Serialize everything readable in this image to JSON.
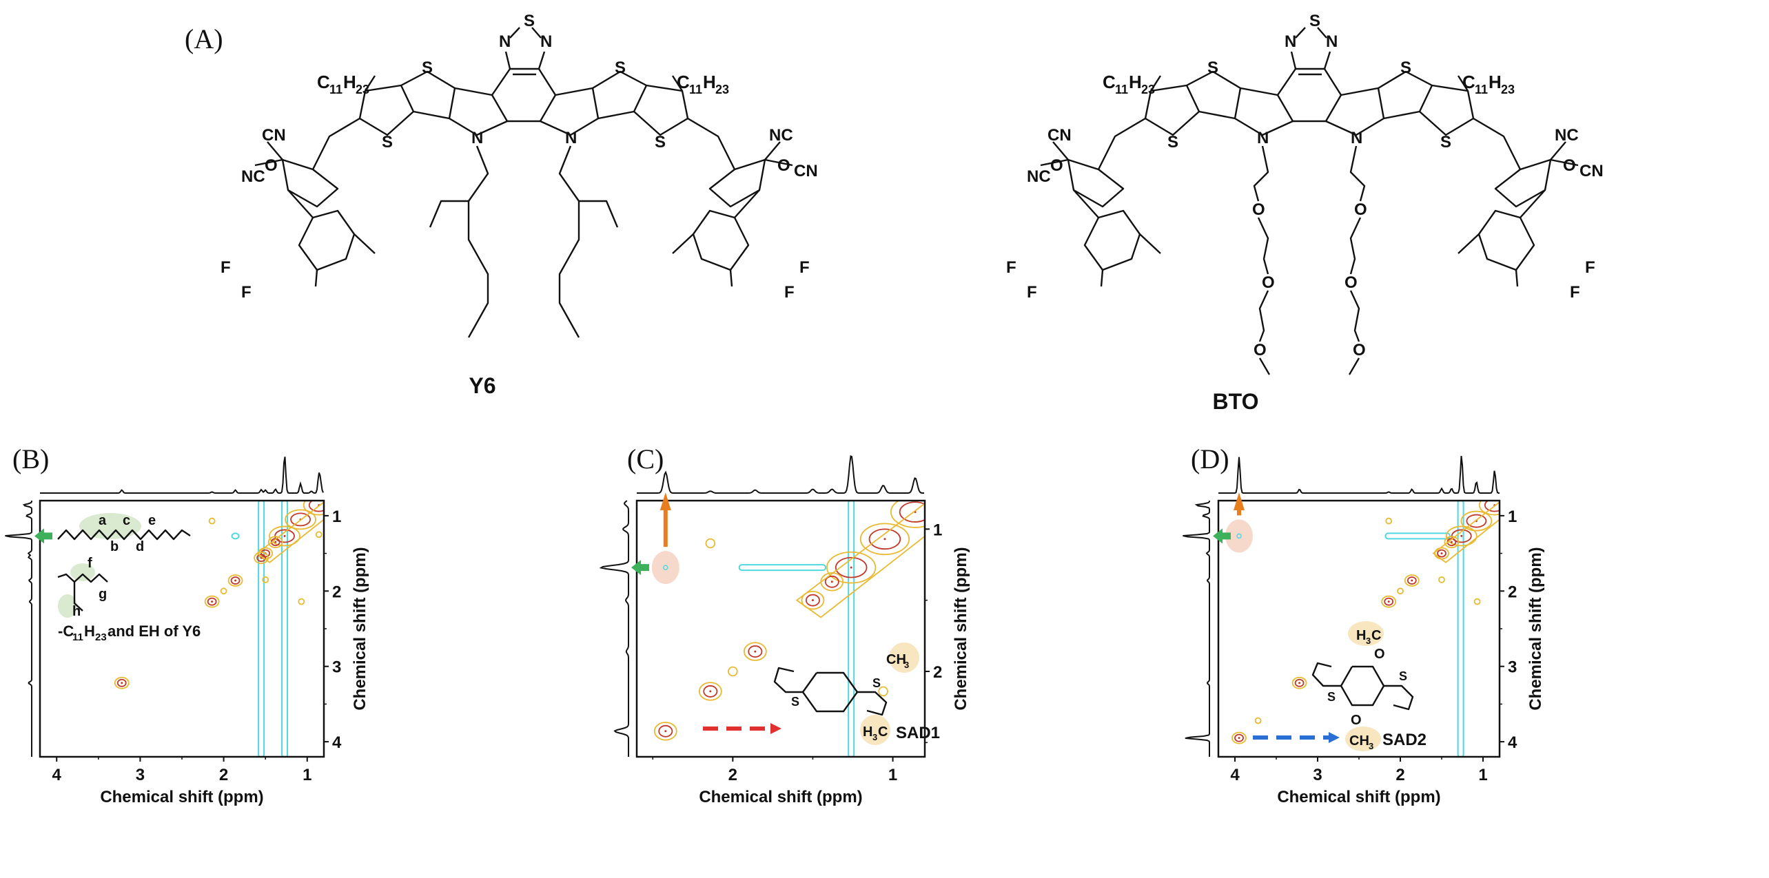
{
  "panel_labels": {
    "A": "(A)",
    "B": "(B)",
    "C": "(C)",
    "D": "(D)"
  },
  "molecules": {
    "y6": {
      "name": "Y6",
      "core_top": {
        "s": "S",
        "n_left": "N",
        "n_right": "N"
      },
      "thiophene_s": "S",
      "pyrrole_n": "N",
      "alkyl": "C11H23",
      "alkyl_main": "C",
      "alkyl_sub1": "11",
      "alkyl_h": "H",
      "alkyl_sub2": "23",
      "cn": "CN",
      "nc": "NC",
      "o": "O",
      "f": "F"
    },
    "bto": {
      "name": "BTO",
      "core_top": {
        "s": "S",
        "n_left": "N",
        "n_right": "N"
      },
      "thiophene_s": "S",
      "pyrrole_n": "N",
      "alkyl_main": "C",
      "alkyl_sub1": "11",
      "alkyl_h": "H",
      "alkyl_sub2": "23",
      "cn": "CN",
      "nc": "NC",
      "o": "O",
      "f": "F"
    }
  },
  "annotations": {
    "B": {
      "chain_labels": [
        "a",
        "b",
        "c",
        "d",
        "e",
        "f",
        "g",
        "h"
      ],
      "caption_prefix": "-C",
      "caption_sub1": "11",
      "caption_h": "H",
      "caption_sub2": "23",
      "caption_suffix": " and EH of Y6"
    },
    "C": {
      "mol_name": "SAD1",
      "ch3_top": "CH",
      "ch3_top_sub": "3",
      "h3c_h": "H",
      "h3c_sub": "3",
      "h3c_c": "C",
      "s": "S"
    },
    "D": {
      "mol_name": "SAD2",
      "h3c_h": "H",
      "h3c_sub": "3",
      "h3c_c": "C",
      "ch3_c": "CH",
      "ch3_sub": "3",
      "o": "O",
      "s": "S"
    }
  },
  "colors": {
    "contour_outer": "#e8b931",
    "contour_inner": "#c0392b",
    "contour_negative": "#4dd8e0",
    "arrow_green": "#3cb05a",
    "arrow_orange": "#e87e1e",
    "arrow_red": "#e03030",
    "arrow_blue": "#2a6fd6",
    "highlight_green": "#d9ead0",
    "highlight_pink": "#f7d9cc",
    "highlight_tan": "#f7e6bf"
  },
  "chart_data": [
    {
      "panel": "B",
      "type": "heatmap",
      "title": "",
      "xlabel": "Chemical shift (ppm)",
      "ylabel": "Chemical shift (ppm)",
      "xlim": [
        4.2,
        0.8
      ],
      "ylim": [
        0.8,
        4.2
      ],
      "xticks": [
        4,
        3,
        2,
        1
      ],
      "yticks": [
        1,
        2,
        3,
        4
      ],
      "grid": false,
      "top_spectrum_peaks": [
        [
          3.22,
          0.08
        ],
        [
          2.14,
          0.03
        ],
        [
          1.86,
          0.08
        ],
        [
          1.55,
          0.09
        ],
        [
          1.5,
          0.08
        ],
        [
          1.38,
          0.1
        ],
        [
          1.27,
          1.0
        ],
        [
          1.08,
          0.25
        ],
        [
          0.95,
          0.05
        ],
        [
          0.86,
          0.45
        ],
        [
          0.84,
          0.25
        ]
      ],
      "left_spectrum_peaks": [
        [
          0.86,
          0.3
        ],
        [
          1.0,
          0.2
        ],
        [
          1.27,
          1.0
        ],
        [
          1.5,
          0.12
        ],
        [
          1.55,
          0.12
        ],
        [
          1.86,
          0.1
        ],
        [
          2.14,
          0.08
        ],
        [
          3.22,
          0.12
        ]
      ],
      "cross_peaks": [
        {
          "x": 0.86,
          "y": 0.86,
          "level": 3
        },
        {
          "x": 1.08,
          "y": 1.05,
          "level": 3
        },
        {
          "x": 1.27,
          "y": 1.27,
          "level": 3
        },
        {
          "x": 1.38,
          "y": 1.35,
          "level": 2
        },
        {
          "x": 1.5,
          "y": 1.5,
          "level": 2
        },
        {
          "x": 1.55,
          "y": 1.56,
          "level": 2
        },
        {
          "x": 1.86,
          "y": 1.86,
          "level": 2
        },
        {
          "x": 2.14,
          "y": 2.14,
          "level": 2
        },
        {
          "x": 3.22,
          "y": 3.22,
          "level": 2
        },
        {
          "x": 2.14,
          "y": 1.07,
          "level": 1
        },
        {
          "x": 2.0,
          "y": 2.0,
          "level": 1
        },
        {
          "x": 1.07,
          "y": 2.14,
          "level": 1
        },
        {
          "x": 1.5,
          "y": 1.85,
          "level": 1
        },
        {
          "x": 0.86,
          "y": 1.25,
          "level": 1
        }
      ],
      "negative_lines": [
        {
          "orientation": "vertical",
          "at": 1.27
        },
        {
          "orientation": "vertical",
          "at": 1.55
        },
        {
          "orientation": "blob",
          "x": 1.86,
          "y": 1.27
        }
      ],
      "annotations": [
        "-C11H23 and EH of Y6",
        "a",
        "b",
        "c",
        "d",
        "e",
        "f",
        "g",
        "h"
      ]
    },
    {
      "panel": "C",
      "type": "heatmap",
      "title": "",
      "xlabel": "Chemical shift (ppm)",
      "ylabel": "Chemical shift (ppm)",
      "xlim": [
        2.6,
        0.8
      ],
      "ylim": [
        0.8,
        2.6
      ],
      "xticks": [
        2,
        1
      ],
      "yticks": [
        1,
        2
      ],
      "grid": false,
      "top_spectrum_peaks": [
        [
          2.42,
          0.55
        ],
        [
          2.14,
          0.05
        ],
        [
          1.86,
          0.08
        ],
        [
          1.5,
          0.1
        ],
        [
          1.38,
          0.1
        ],
        [
          1.26,
          1.0
        ],
        [
          1.06,
          0.2
        ],
        [
          0.86,
          0.4
        ]
      ],
      "left_spectrum_peaks": [
        [
          0.82,
          0.15
        ],
        [
          1.0,
          0.2
        ],
        [
          1.27,
          1.0
        ],
        [
          1.5,
          0.1
        ],
        [
          1.86,
          0.08
        ],
        [
          2.42,
          0.5
        ]
      ],
      "cross_peaks": [
        {
          "x": 0.86,
          "y": 0.88,
          "level": 3
        },
        {
          "x": 1.05,
          "y": 1.07,
          "level": 3
        },
        {
          "x": 1.26,
          "y": 1.27,
          "level": 3
        },
        {
          "x": 1.38,
          "y": 1.37,
          "level": 2
        },
        {
          "x": 1.5,
          "y": 1.5,
          "level": 2
        },
        {
          "x": 1.86,
          "y": 1.86,
          "level": 2
        },
        {
          "x": 2.14,
          "y": 2.14,
          "level": 2
        },
        {
          "x": 2.42,
          "y": 2.42,
          "level": 2
        },
        {
          "x": 2.14,
          "y": 1.1,
          "level": 1
        },
        {
          "x": 2.0,
          "y": 2.0,
          "level": 1
        },
        {
          "x": 1.06,
          "y": 2.14,
          "level": 1
        }
      ],
      "negative_lines": [
        {
          "orientation": "vertical",
          "at": 1.26
        },
        {
          "orientation": "horizontal",
          "at": 1.27,
          "from": 1.96,
          "to": 1.42
        }
      ],
      "highlight_peak": {
        "x": 2.42,
        "y": 1.27
      },
      "annotations": [
        "SAD1",
        "CH3",
        "H3C"
      ]
    },
    {
      "panel": "D",
      "type": "heatmap",
      "title": "",
      "xlabel": "Chemical shift (ppm)",
      "ylabel": "Chemical shift (ppm)",
      "xlim": [
        4.2,
        0.8
      ],
      "ylim": [
        0.8,
        4.2
      ],
      "xticks": [
        4,
        3,
        2,
        1
      ],
      "yticks": [
        1,
        2,
        3,
        4
      ],
      "grid": false,
      "top_spectrum_peaks": [
        [
          3.95,
          0.95
        ],
        [
          3.22,
          0.1
        ],
        [
          2.14,
          0.03
        ],
        [
          1.86,
          0.1
        ],
        [
          1.5,
          0.12
        ],
        [
          1.38,
          0.12
        ],
        [
          1.26,
          1.0
        ],
        [
          1.08,
          0.3
        ],
        [
          0.86,
          0.6
        ]
      ],
      "left_spectrum_peaks": [
        [
          0.86,
          0.5
        ],
        [
          1.0,
          0.25
        ],
        [
          1.27,
          1.0
        ],
        [
          1.5,
          0.1
        ],
        [
          1.86,
          0.08
        ],
        [
          3.22,
          0.08
        ],
        [
          3.95,
          0.9
        ]
      ],
      "cross_peaks": [
        {
          "x": 0.86,
          "y": 0.86,
          "level": 3
        },
        {
          "x": 1.08,
          "y": 1.07,
          "level": 3
        },
        {
          "x": 1.26,
          "y": 1.27,
          "level": 3
        },
        {
          "x": 1.38,
          "y": 1.35,
          "level": 2
        },
        {
          "x": 1.5,
          "y": 1.5,
          "level": 2
        },
        {
          "x": 1.86,
          "y": 1.86,
          "level": 2
        },
        {
          "x": 2.14,
          "y": 2.14,
          "level": 2
        },
        {
          "x": 3.22,
          "y": 3.22,
          "level": 2
        },
        {
          "x": 3.95,
          "y": 3.95,
          "level": 2
        },
        {
          "x": 2.14,
          "y": 1.07,
          "level": 1
        },
        {
          "x": 2.0,
          "y": 2.0,
          "level": 1
        },
        {
          "x": 1.07,
          "y": 2.14,
          "level": 1
        },
        {
          "x": 1.5,
          "y": 1.85,
          "level": 1
        },
        {
          "x": 3.72,
          "y": 3.72,
          "level": 1
        }
      ],
      "negative_lines": [
        {
          "orientation": "vertical",
          "at": 1.27
        },
        {
          "orientation": "horizontal",
          "at": 1.27,
          "from": 2.18,
          "to": 1.4
        }
      ],
      "highlight_peak": {
        "x": 3.95,
        "y": 1.27
      },
      "annotations": [
        "SAD2",
        "H3C",
        "CH3"
      ]
    }
  ]
}
